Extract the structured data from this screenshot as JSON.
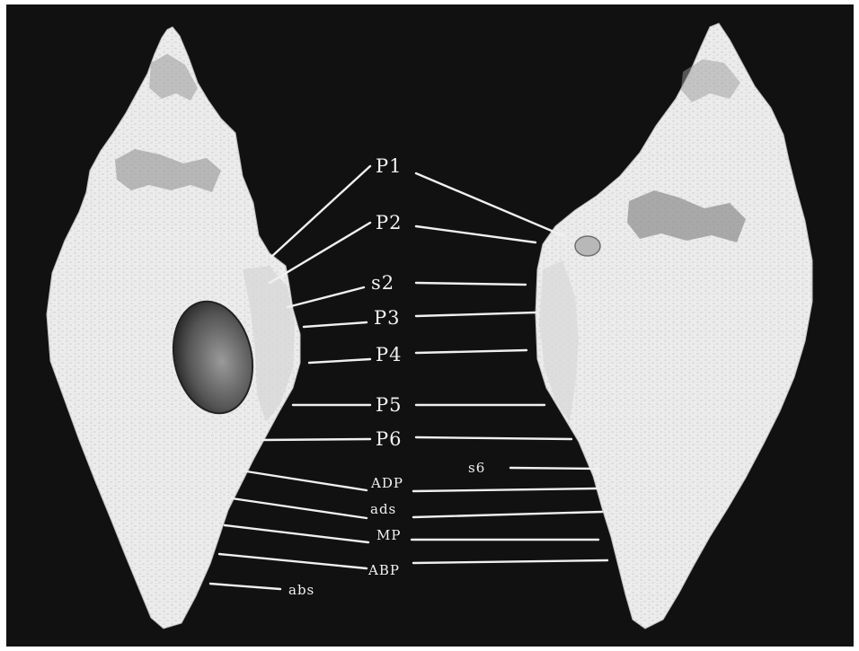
{
  "figure": {
    "labels": {
      "p1": "P1",
      "p2": "P2",
      "s2": "s2",
      "p3": "P3",
      "p4": "P4",
      "p5": "P5",
      "p6": "P6",
      "s6": "s6",
      "adp": "ADP",
      "ads": "ads",
      "mp": "MP",
      "abp": "ABP",
      "abs": "abs"
    }
  }
}
